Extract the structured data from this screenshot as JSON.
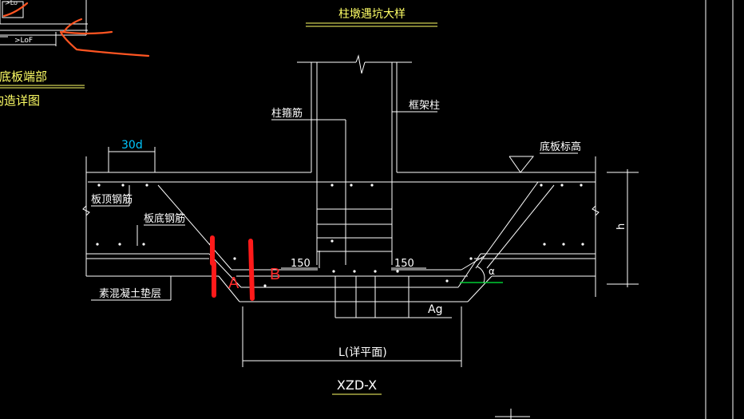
{
  "drawing": {
    "title": "柱墩遇坑大样",
    "detail_id": "XZD-X",
    "colors": {
      "background": "#000000",
      "lines": "#ffffff",
      "title": "#ffff66",
      "dimension": "#00c8ff",
      "markup": "#ff2a2a",
      "sketch": "#ff5522",
      "slope": "#00cc33"
    }
  },
  "partial_titles": {
    "line1": "底板端部",
    "line2": "构造详图",
    "mini_label": ">LoF",
    "top_tag": ">Lo"
  },
  "labels": {
    "column_stirrup": "柱箍筋",
    "frame_column": "框架柱",
    "slab_elevation": "底板标高",
    "slab_top_rebar": "板顶钢筋",
    "slab_bottom_rebar": "板底钢筋",
    "concrete_cushion": "素混凝土垫层"
  },
  "dimensions": {
    "anchor": "30d",
    "left_extension": "150",
    "right_extension": "150",
    "height": "h",
    "pit_rebar": "Ag",
    "length": "L(详平面)",
    "angle": "α"
  },
  "markup": {
    "label_a": "A",
    "label_b": "B"
  }
}
